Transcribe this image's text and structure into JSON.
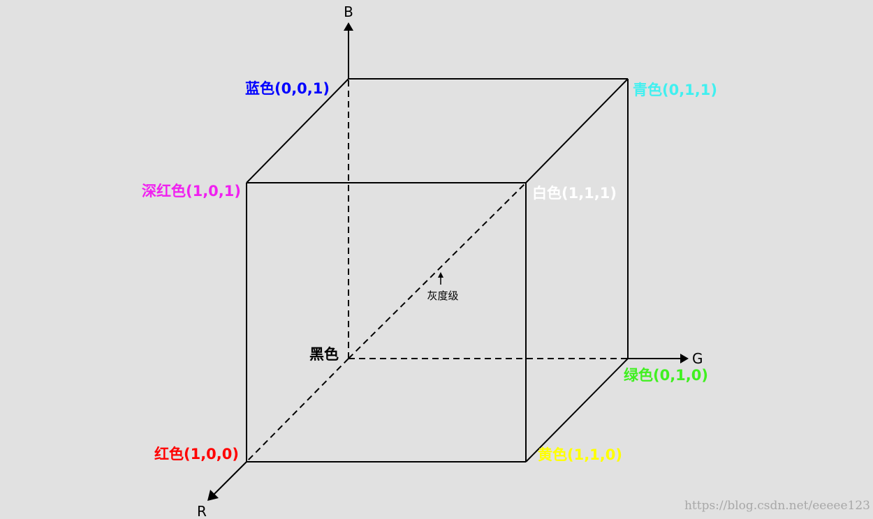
{
  "axes": {
    "b": "B",
    "g": "G",
    "r": "R"
  },
  "vertices": {
    "black": "黑色",
    "blue": "蓝色(0,0,1)",
    "cyan": "青色(0,1,1)",
    "magenta": "深红色(1,0,1)",
    "white": "白色(1,1,1)",
    "green": "绿色(0,1,0)",
    "red": "红色(1,0,0)",
    "yellow": "黄色(1,1,0)"
  },
  "grayscale_label": "灰度级",
  "watermark": "https://blog.csdn.net/eeeee123",
  "colors": {
    "blue": "#0000ff",
    "cyan": "#40f0f0",
    "magenta": "#f020f0",
    "white": "#ffffff",
    "green": "#40f020",
    "red": "#ff0000",
    "yellow": "#ffff00",
    "line": "#000000",
    "background": "#e1e1e1"
  }
}
